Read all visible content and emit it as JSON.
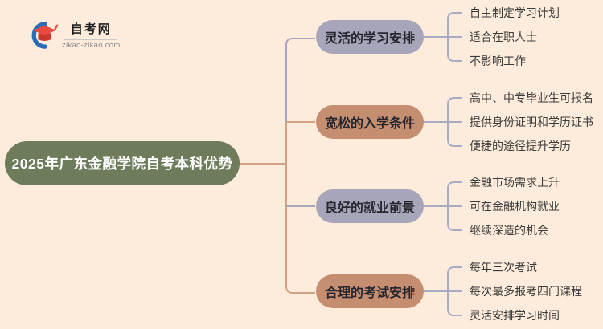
{
  "logo": {
    "site_name": "自考网",
    "domain": "zikao-zikao.com",
    "icon": "graduation-cap-with-blue-crescent"
  },
  "mindmap": {
    "root": {
      "label": "2025年广东金融学院自考本科优势"
    },
    "branches": [
      {
        "label": "灵活的学习安排",
        "color": "#a6a5b9",
        "leaves": [
          "自主制定学习计划",
          "适合在职人士",
          "不影响工作"
        ]
      },
      {
        "label": "宽松的入学条件",
        "color": "#c68e71",
        "leaves": [
          "高中、中专毕业生可报名",
          "提供身份证明和学历证书",
          "便捷的途径提升学历"
        ]
      },
      {
        "label": "良好的就业前景",
        "color": "#a6a5b9",
        "leaves": [
          "金融市场需求上升",
          "可在金融机构就业",
          "继续深造的机会"
        ]
      },
      {
        "label": "合理的考试安排",
        "color": "#c68e71",
        "leaves": [
          "每年三次考试",
          "每次最多报考四门课程",
          "灵活安排学习时间"
        ]
      }
    ]
  },
  "colors": {
    "background": "#fdecdb",
    "root_node": "#6e7c5c",
    "root_text": "#ffffff",
    "branch_purple": "#a6a5b9",
    "branch_clay": "#c68e71",
    "trunk_line_tan": "#d1a185",
    "trunk_line_purple": "#a5a6bf",
    "leaf_bracket_line": "#a9abc3",
    "leaf_text": "#3b3b3b",
    "logo_blue": "#2a6cb8",
    "logo_red": "#e84c41"
  }
}
